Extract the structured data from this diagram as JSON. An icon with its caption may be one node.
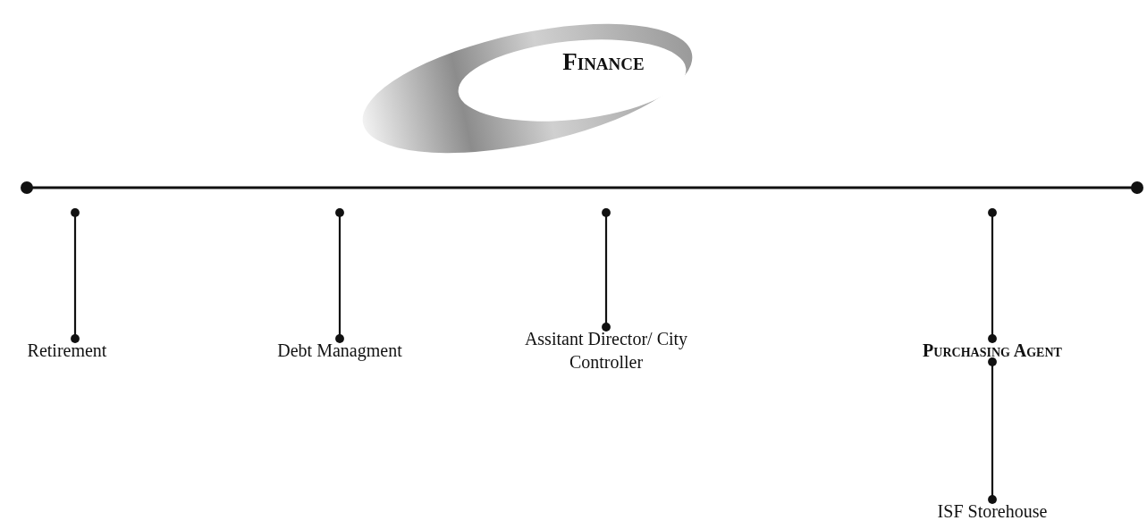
{
  "diagram": {
    "nodes": [
      {
        "text": [
          "Finance"
        ]
      },
      {
        "text": [
          "Retirement"
        ]
      },
      {
        "text": [
          "Debt Managment"
        ]
      },
      {
        "text": [
          "Assitant Director/ City Controller"
        ]
      },
      {
        "text": [
          "Purchasing Agent"
        ]
      },
      {
        "text": [
          "ISF Storehouse"
        ]
      }
    ],
    "edges": [
      {
        "from": null,
        "to": 1,
        "arrow": "other"
      },
      {
        "from": null,
        "to": 2,
        "arrow": "other"
      },
      {
        "from": null,
        "to": 3,
        "arrow": "other"
      },
      {
        "from": null,
        "to": 4,
        "arrow": "other"
      },
      {
        "from": 4,
        "to": 5,
        "arrow": "other"
      }
    ]
  }
}
